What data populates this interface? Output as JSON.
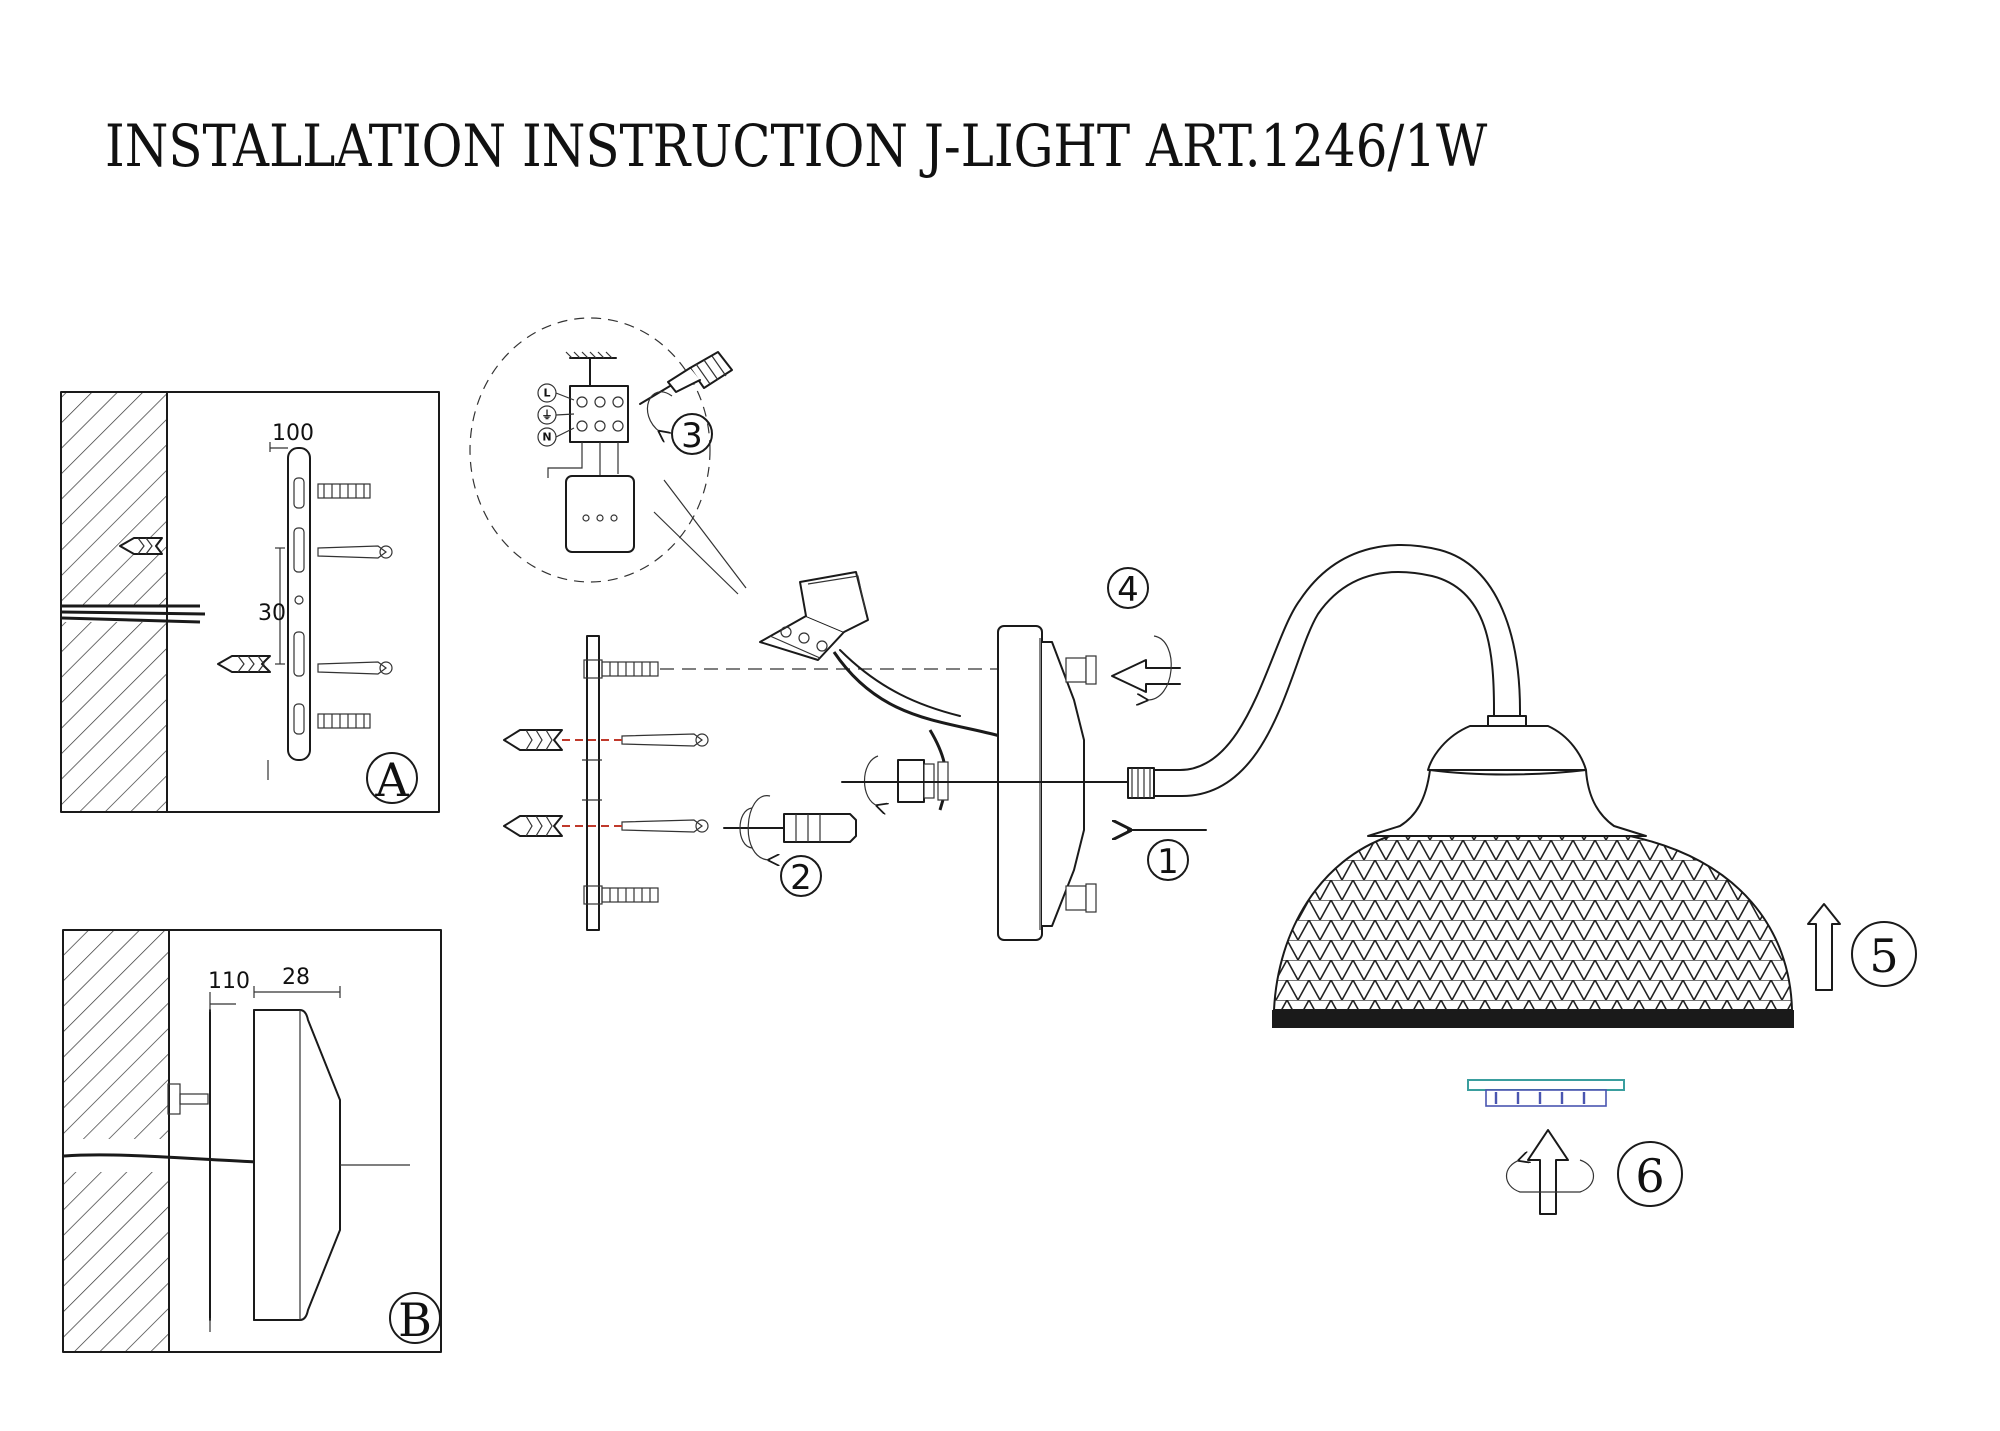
{
  "title": "INSTALLATION INSTRUCTION J-LIGHT ART.1246/1W",
  "panel_a": {
    "label": "A",
    "dim_top": "100",
    "dim_spacing": "30"
  },
  "panel_b": {
    "label": "B",
    "dim_offset": "110",
    "dim_depth": "28"
  },
  "wiring_detail": {
    "terminals": [
      "L",
      "⏚",
      "N"
    ]
  },
  "steps": [
    "1",
    "2",
    "3",
    "4",
    "5",
    "6"
  ],
  "colors": {
    "ink": "#1a1a1a",
    "dowel_guide": "#c0392b",
    "bulb_cap": "#3a9e9e",
    "bulb_pins": "#4a55b0"
  }
}
